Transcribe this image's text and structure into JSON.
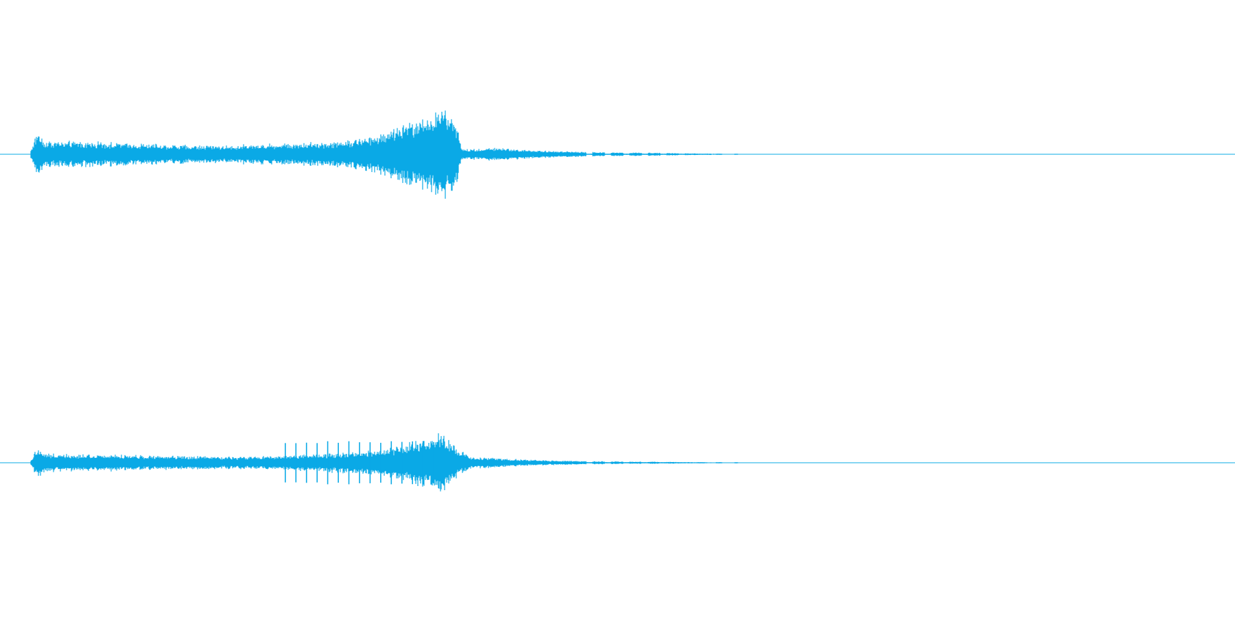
{
  "waveform": {
    "color": "#0aa9e6",
    "background": "#ffffff",
    "channels": [
      {
        "name": "",
        "envelope": [
          [
            0.0,
            0.1
          ],
          [
            0.01,
            0.55
          ],
          [
            0.02,
            0.3
          ],
          [
            0.1,
            0.28
          ],
          [
            0.2,
            0.22
          ],
          [
            0.28,
            0.2
          ],
          [
            0.35,
            0.25
          ],
          [
            0.42,
            0.28
          ],
          [
            0.47,
            0.36
          ],
          [
            0.53,
            0.7
          ],
          [
            0.58,
            1.0
          ],
          [
            0.6,
            0.95
          ],
          [
            0.61,
            0.12
          ],
          [
            0.64,
            0.12
          ],
          [
            0.66,
            0.16
          ],
          [
            0.7,
            0.1
          ],
          [
            0.75,
            0.07
          ],
          [
            0.8,
            0.05
          ],
          [
            0.85,
            0.04
          ],
          [
            0.9,
            0.03
          ],
          [
            0.95,
            0.02
          ],
          [
            1.0,
            0.0
          ]
        ],
        "spikes": []
      },
      {
        "name": "",
        "envelope": [
          [
            0.0,
            0.1
          ],
          [
            0.01,
            0.55
          ],
          [
            0.02,
            0.3
          ],
          [
            0.1,
            0.28
          ],
          [
            0.2,
            0.22
          ],
          [
            0.28,
            0.2
          ],
          [
            0.35,
            0.22
          ],
          [
            0.42,
            0.32
          ],
          [
            0.47,
            0.36
          ],
          [
            0.53,
            0.6
          ],
          [
            0.58,
            1.0
          ],
          [
            0.6,
            0.55
          ],
          [
            0.62,
            0.2
          ],
          [
            0.66,
            0.16
          ],
          [
            0.7,
            0.1
          ],
          [
            0.75,
            0.07
          ],
          [
            0.8,
            0.05
          ],
          [
            0.85,
            0.04
          ],
          [
            0.9,
            0.03
          ],
          [
            0.95,
            0.02
          ],
          [
            1.0,
            0.0
          ]
        ],
        "spikes": [
          0.36,
          0.375,
          0.39,
          0.405,
          0.42,
          0.435,
          0.45,
          0.465,
          0.48,
          0.495,
          0.51,
          0.525,
          0.54,
          0.555,
          0.57
        ]
      }
    ]
  }
}
